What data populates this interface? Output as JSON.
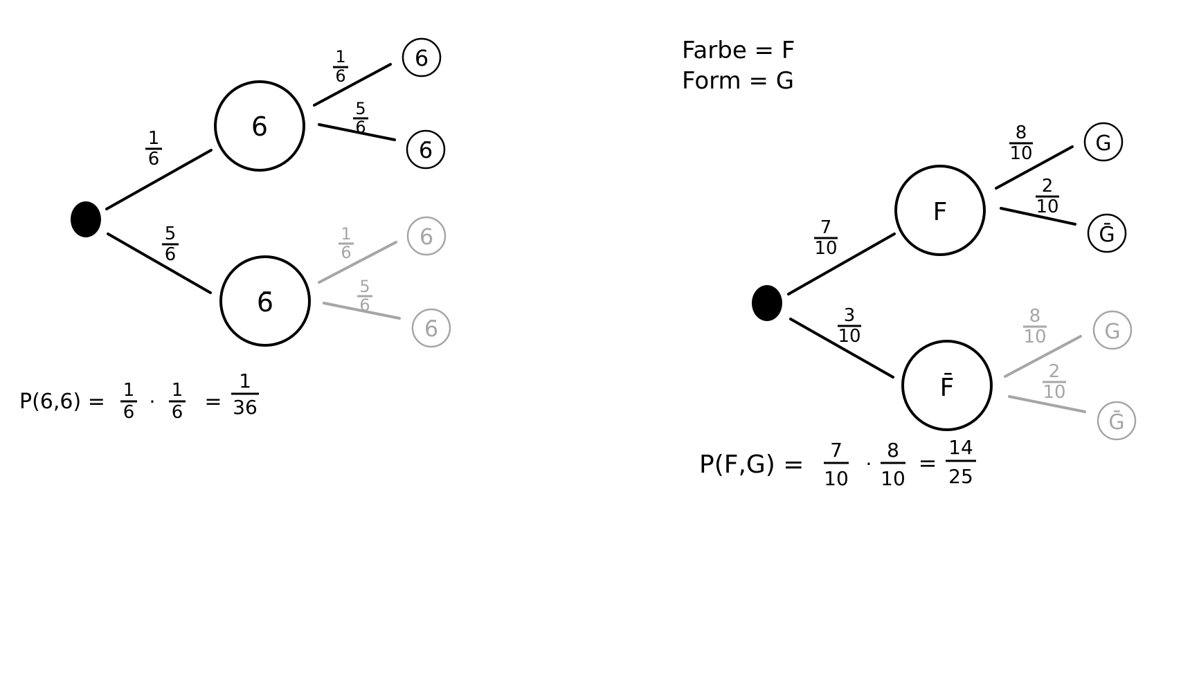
{
  "legend": {
    "line1": "Farbe = F",
    "line2": "Form = G"
  },
  "tree_left": {
    "root": "",
    "nodes": {
      "top": "6",
      "bottom": "6̄"
    },
    "leaves": {
      "top_top": "6",
      "top_bottom": "6̄",
      "bottom_top": "6",
      "bottom_bottom": "6̄"
    },
    "edges": {
      "root_top": {
        "num": "1",
        "den": "6"
      },
      "root_bottom": {
        "num": "5",
        "den": "6"
      },
      "top_top": {
        "num": "1",
        "den": "6"
      },
      "top_bottom": {
        "num": "5",
        "den": "6"
      },
      "bottom_top": {
        "num": "1",
        "den": "6"
      },
      "bottom_bottom": {
        "num": "5",
        "den": "6"
      }
    },
    "formula": {
      "lhs": "P(6,6) =",
      "f1": {
        "num": "1",
        "den": "6"
      },
      "dot": "·",
      "f2": {
        "num": "1",
        "den": "6"
      },
      "eq": "=",
      "result": {
        "num": "1",
        "den": "36"
      }
    }
  },
  "tree_right": {
    "nodes": {
      "top": "F",
      "bottom": "F̄"
    },
    "leaves": {
      "top_top": "G",
      "top_bottom": "Ḡ",
      "bottom_top": "G",
      "bottom_bottom": "Ḡ"
    },
    "edges": {
      "root_top": {
        "num": "7",
        "den": "10"
      },
      "root_bottom": {
        "num": "3",
        "den": "10"
      },
      "top_top": {
        "num": "8",
        "den": "10"
      },
      "top_bottom": {
        "num": "2",
        "den": "10"
      },
      "bottom_top": {
        "num": "8",
        "den": "10"
      },
      "bottom_bottom": {
        "num": "2",
        "den": "10"
      }
    },
    "formula": {
      "lhs": "P(F,G) =",
      "f1": {
        "num": "7",
        "den": "10"
      },
      "dot": "·",
      "f2": {
        "num": "8",
        "den": "10"
      },
      "eq": "=",
      "result": {
        "num": "14",
        "den": "25"
      }
    }
  },
  "colors": {
    "ink": "#000000",
    "faded": "#a6a6a6"
  }
}
